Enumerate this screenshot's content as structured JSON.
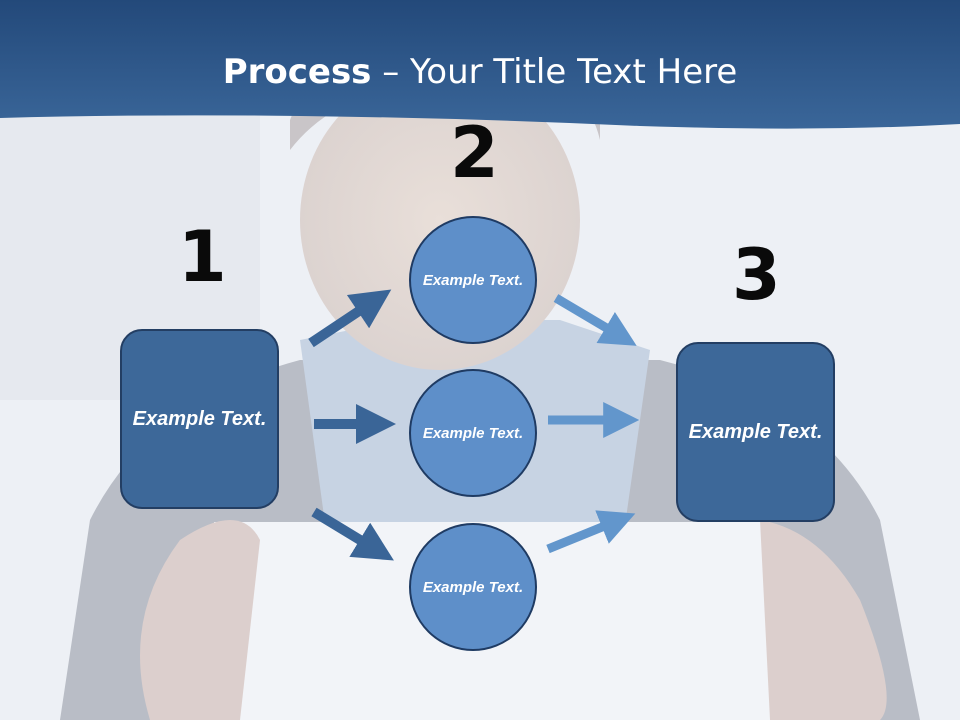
{
  "slide": {
    "title_bold": "Process",
    "title_rest": " – Your Title Text Here",
    "step_numbers": [
      "1",
      "2",
      "3"
    ]
  },
  "boxes": {
    "left": "Example Text.",
    "right": "Example Text."
  },
  "circles": [
    "Example Text.",
    "Example Text.",
    "Example Text."
  ],
  "colors": {
    "header": "#2f5d8f",
    "box": "#3d6899",
    "circle": "#5e8fc9",
    "arrow_dark": "#3a6597",
    "arrow_light": "#6296cc"
  }
}
